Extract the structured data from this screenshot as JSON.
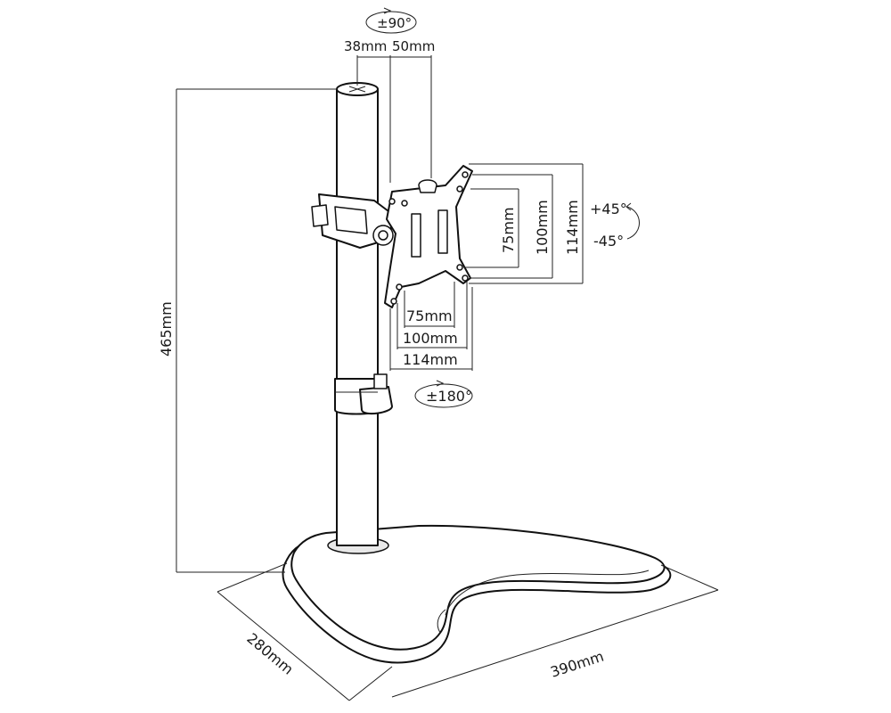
{
  "labels": {
    "rotate_top": "±90°",
    "width_38": "38mm",
    "width_50": "50mm",
    "height_total": "465mm",
    "vesa_v75": "75mm",
    "vesa_v100": "100mm",
    "vesa_v114": "114mm",
    "tilt_up": "+45°",
    "tilt_down": "-45°",
    "vesa_h75": "75mm",
    "vesa_h100": "100mm",
    "vesa_h114": "114mm",
    "swivel": "±180°",
    "base_depth": "280mm",
    "base_width": "390mm"
  }
}
